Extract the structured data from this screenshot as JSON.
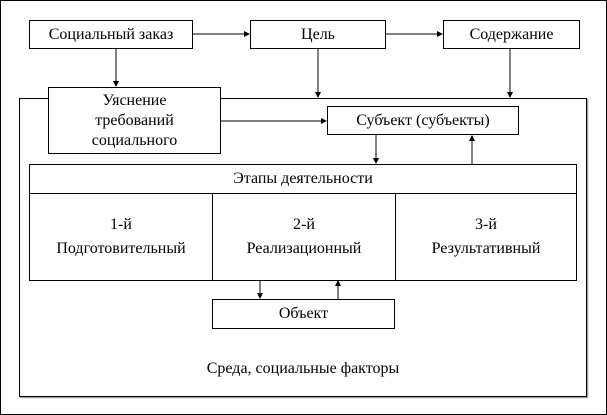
{
  "nodes": {
    "social_order": "Социальный заказ",
    "goal": "Цель",
    "content": "Содержание",
    "clarification": [
      "Уяснение",
      "требований",
      "социального"
    ],
    "subject": "Субъект (субъекты)",
    "stages_title": "Этапы деятельности",
    "stages": [
      {
        "num": "1-й",
        "name": "Подготовительный"
      },
      {
        "num": "2-й",
        "name": "Реализационный"
      },
      {
        "num": "3-й",
        "name": "Результативный"
      }
    ],
    "object": "Объект",
    "environment": "Среда, социальные факторы"
  }
}
